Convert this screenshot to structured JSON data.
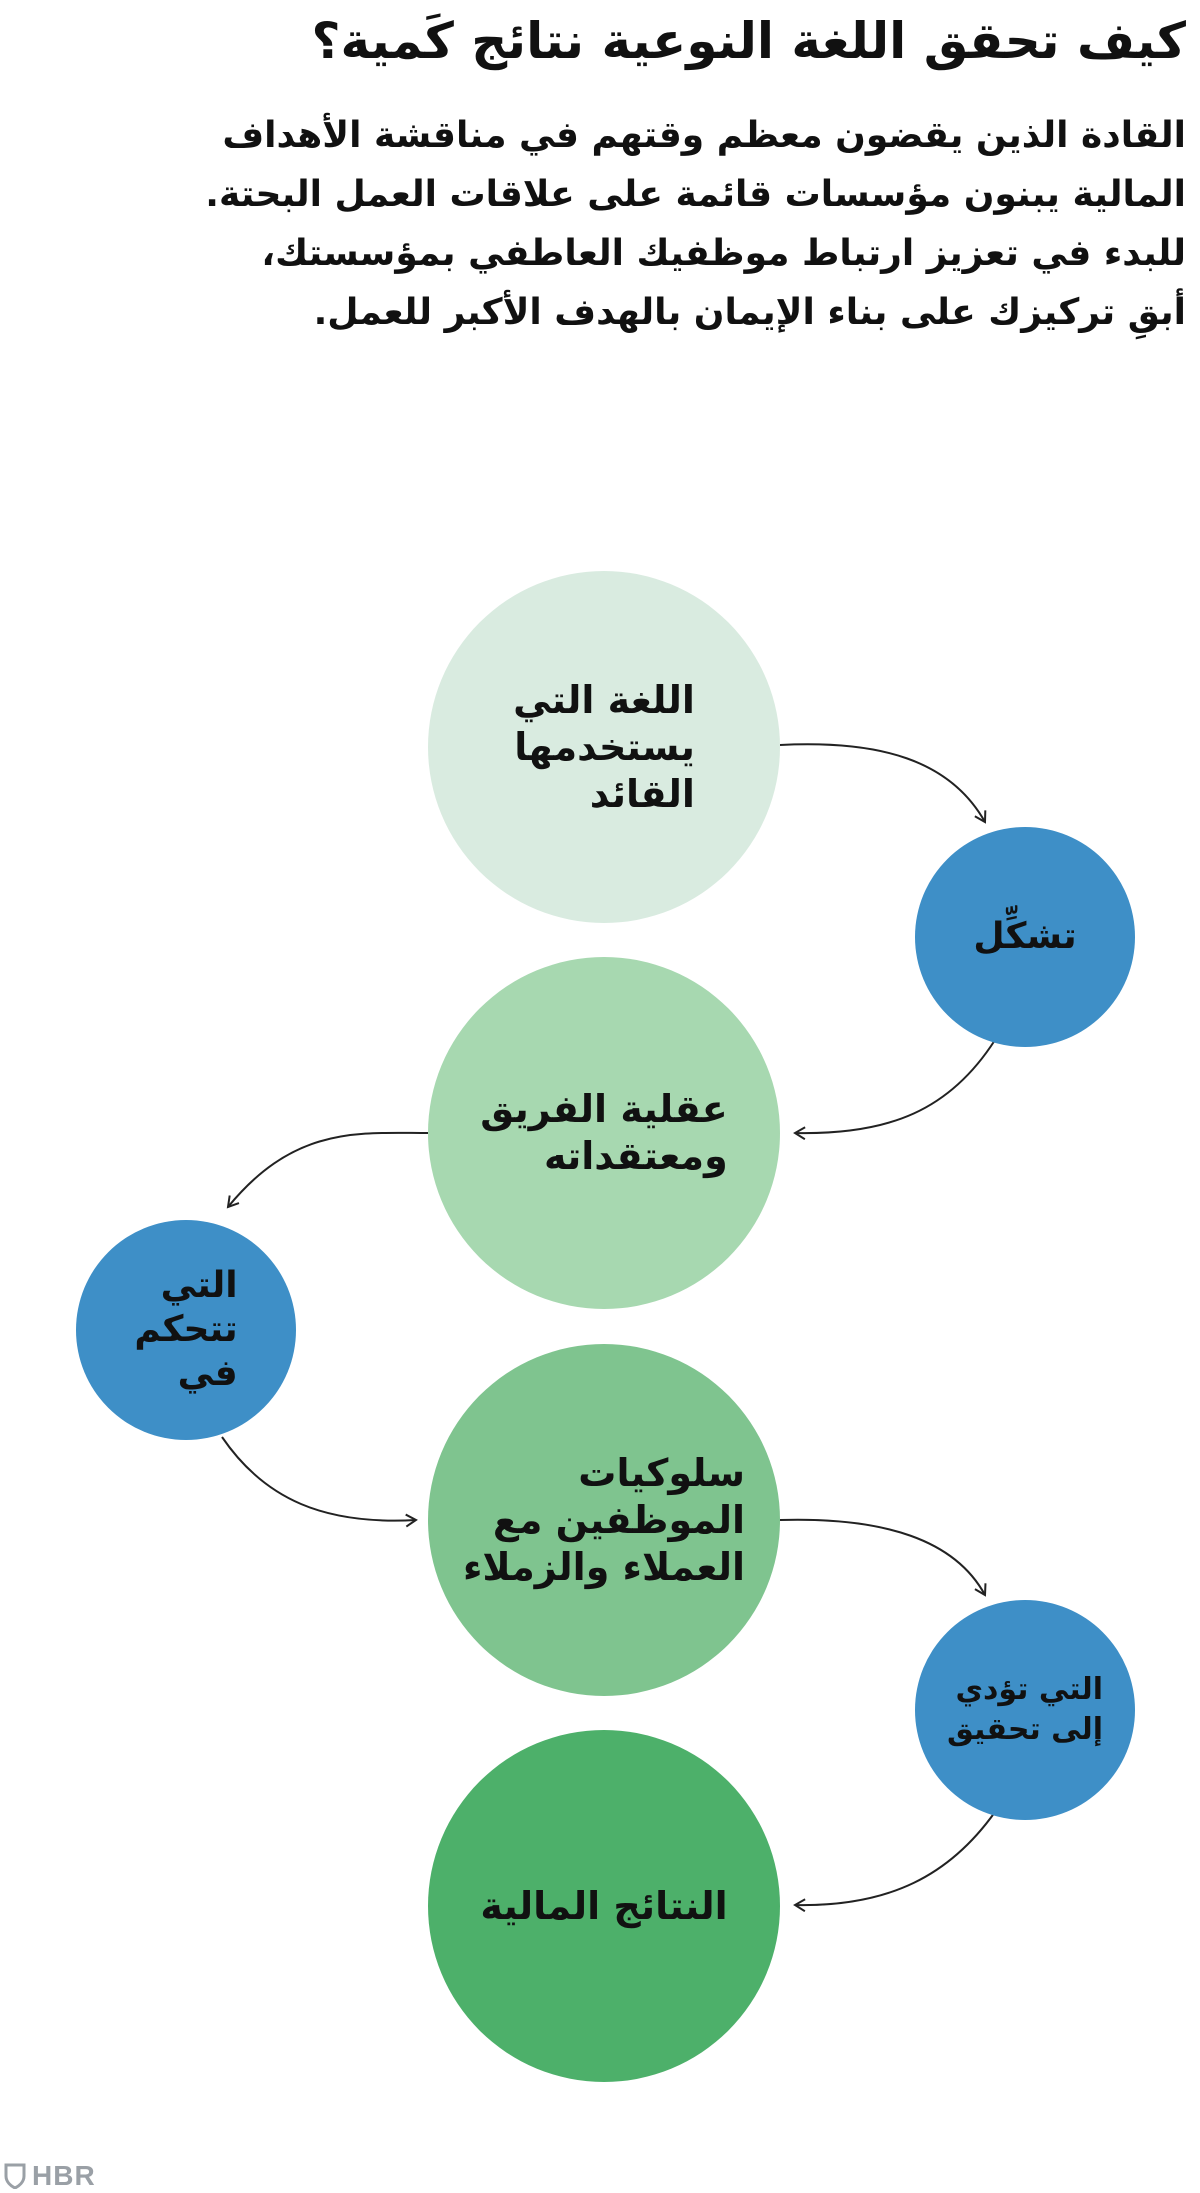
{
  "title": "كيف تحقق اللغة النوعية نتائج كَمية؟",
  "intro_lines": [
    "القادة الذين يقضون معظم وقتهم في مناقشة الأهداف",
    "المالية يبنون مؤسسات قائمة على علاقات العمل البحتة.",
    "للبدء في تعزيز ارتباط موظفيك العاطفي بمؤسستك،",
    "أبقِ تركيزك على بناء الإيمان بالهدف الأكبر للعمل."
  ],
  "nodes": {
    "leader_language": {
      "lines": [
        "اللغة التي",
        "يستخدمها",
        "القائد"
      ],
      "color": "#d9ebe0"
    },
    "shapes": {
      "lines": [
        "تشكِّل"
      ],
      "color": "#3e8fc7"
    },
    "team_mindset": {
      "lines": [
        "عقلية الفريق",
        "ومعتقداته"
      ],
      "color": "#a7d8b0"
    },
    "which_control": {
      "lines": [
        "التي",
        "تتحكم",
        "في"
      ],
      "color": "#3e8fc7"
    },
    "employee_behaviors": {
      "lines": [
        "سلوكيات",
        "الموظفين مع",
        "العملاء والزملاء"
      ],
      "color": "#7fc48f"
    },
    "which_lead_to": {
      "lines": [
        "التي تؤدي",
        "إلى تحقيق"
      ],
      "color": "#3e8fc7"
    },
    "financial_results": {
      "lines": [
        "النتائج المالية"
      ],
      "color": "#4db06a"
    }
  },
  "logo": {
    "text": "HBR",
    "icon": "shield-icon",
    "color": "#9aa0a6"
  }
}
